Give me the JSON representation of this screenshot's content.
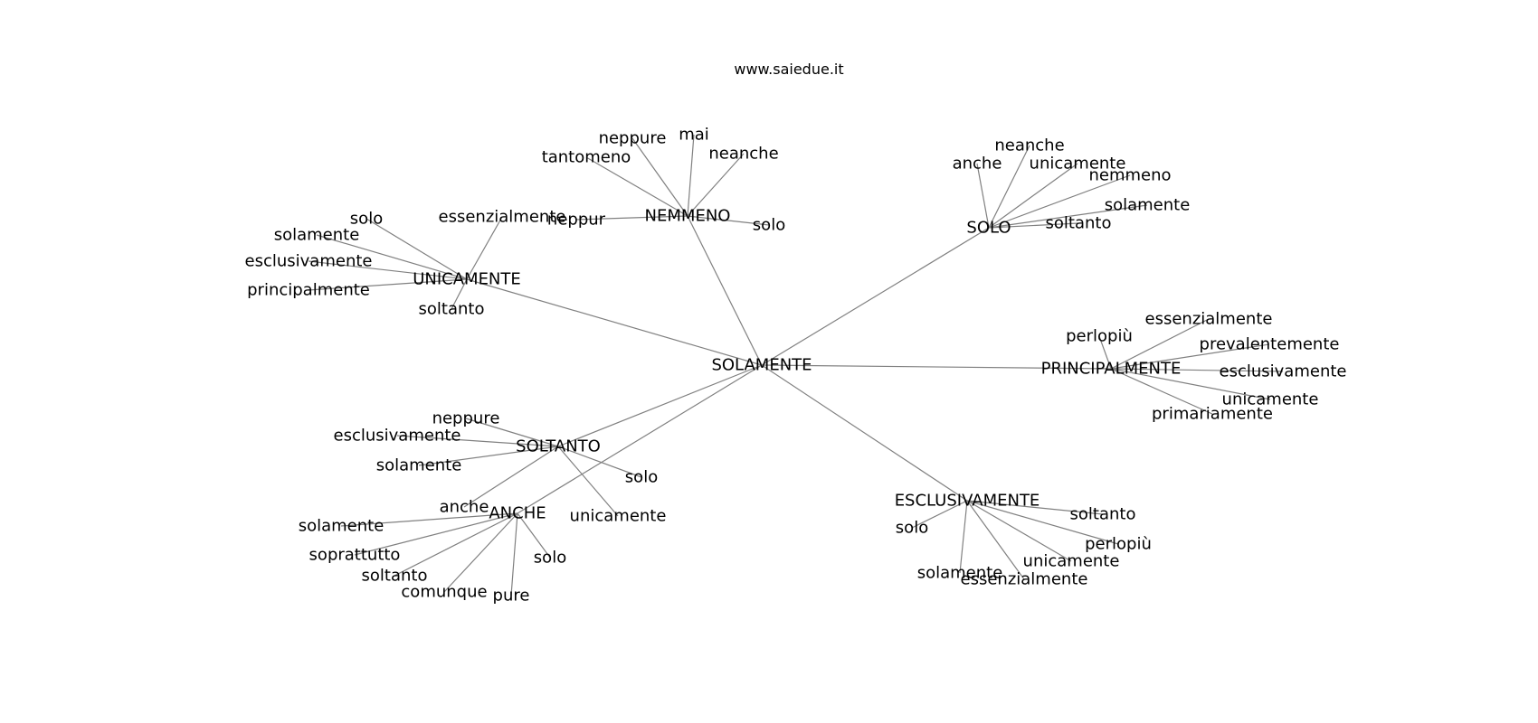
{
  "header": {
    "site": "www.saiedue.it"
  },
  "graph": {
    "root": "SOLAMENTE",
    "groups": [
      {
        "hub": "NEMMENO",
        "leaves": [
          "tantomeno",
          "neppure",
          "mai",
          "neanche",
          "neppur",
          "solo"
        ]
      },
      {
        "hub": "SOLO",
        "leaves": [
          "anche",
          "neanche",
          "unicamente",
          "nemmeno",
          "solamente",
          "soltanto"
        ]
      },
      {
        "hub": "UNICAMENTE",
        "leaves": [
          "solo",
          "essenzialmente",
          "solamente",
          "esclusivamente",
          "principalmente",
          "soltanto"
        ]
      },
      {
        "hub": "PRINCIPALMENTE",
        "leaves": [
          "essenzialmente",
          "perlopiù",
          "prevalentemente",
          "esclusivamente",
          "unicamente",
          "primariamente"
        ]
      },
      {
        "hub": "SOLTANTO",
        "leaves": [
          "neppure",
          "esclusivamente",
          "solamente",
          "solo",
          "unicamente",
          "anche"
        ]
      },
      {
        "hub": "ANCHE",
        "leaves": [
          "solamente",
          "soprattutto",
          "soltanto",
          "comunque",
          "pure",
          "solo"
        ]
      },
      {
        "hub": "ESCLUSIVAMENTE",
        "leaves": [
          "solo",
          "soltanto",
          "perlopiù",
          "unicamente",
          "solamente",
          "essenzialmente"
        ]
      }
    ]
  }
}
